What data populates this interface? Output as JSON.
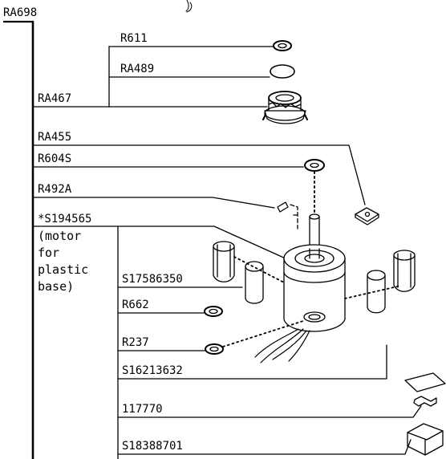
{
  "colors": {
    "ink": "#000000",
    "background": "#ffffff"
  },
  "assembly": "RA698",
  "note_lines": [
    "(motor",
    "for",
    "plastic",
    "base)"
  ],
  "parts": [
    {
      "id": "r611",
      "code": "R611"
    },
    {
      "id": "ra489",
      "code": "RA489"
    },
    {
      "id": "ra467",
      "code": "RA467"
    },
    {
      "id": "ra455",
      "code": "RA455"
    },
    {
      "id": "r604s",
      "code": "R604S"
    },
    {
      "id": "r492a",
      "code": "R492A"
    },
    {
      "id": "s194565",
      "code": "*S194565"
    },
    {
      "id": "s17586350",
      "code": "S17586350"
    },
    {
      "id": "r662",
      "code": "R662"
    },
    {
      "id": "r237",
      "code": "R237"
    },
    {
      "id": "s16213632",
      "code": "S16213632"
    },
    {
      "id": "p117770",
      "code": "117770"
    },
    {
      "id": "s18388701",
      "code": "S18388701"
    }
  ]
}
